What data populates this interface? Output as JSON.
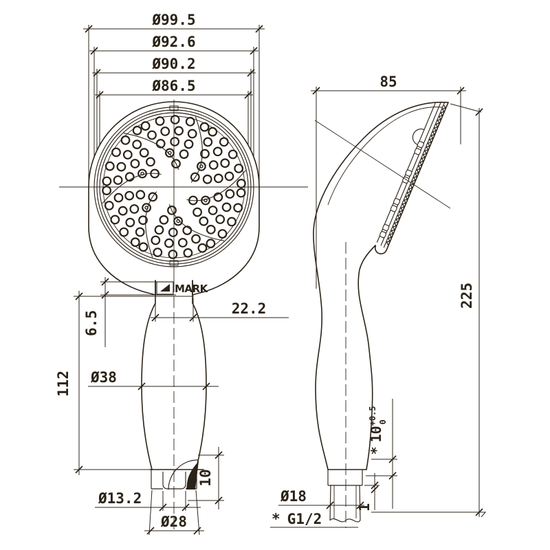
{
  "drawing": {
    "front": {
      "dia_99_5": "Ø99.5",
      "dia_92_6": "Ø92.6",
      "dia_90_2": "Ø90.2",
      "dia_86_5": "Ø86.5",
      "mark_label": "MARK",
      "width_22_2": "22.2",
      "height_6_5": "6.5",
      "height_112": "112",
      "dia_38": "Ø38",
      "dia_13_2": "Ø13.2",
      "dia_28": "Ø28",
      "height_10": "10"
    },
    "side": {
      "width_85": "85",
      "height_225": "225",
      "thread_depth_star": "*",
      "thread_depth_value": "10",
      "thread_depth_tol_upper": "+0.5",
      "thread_depth_tol_lower": "0",
      "gap_1": "1",
      "dia_18": "Ø18",
      "thread_star": "*",
      "thread_spec": "G1/2"
    },
    "colors": {
      "line": "#2b2318",
      "background": "#ffffff"
    }
  }
}
